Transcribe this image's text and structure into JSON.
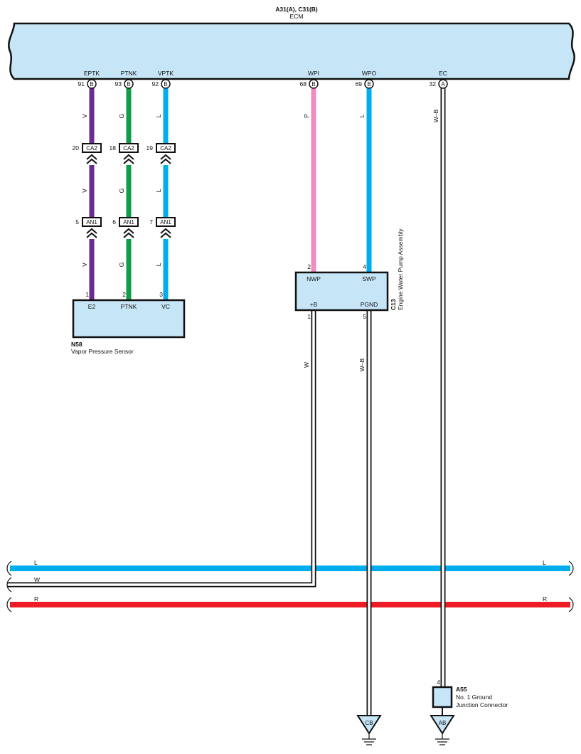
{
  "ecm": {
    "connector": "A31(A), C31(B)",
    "name": "ECM",
    "pins": [
      {
        "signal": "EPTK",
        "number": "91",
        "conn": "B"
      },
      {
        "signal": "PTNK",
        "number": "93",
        "conn": "B"
      },
      {
        "signal": "VPTK",
        "number": "92",
        "conn": "B"
      },
      {
        "signal": "WPI",
        "number": "68",
        "conn": "B"
      },
      {
        "signal": "WPO",
        "number": "69",
        "conn": "B"
      },
      {
        "signal": "EC",
        "number": "32",
        "conn": "A"
      }
    ]
  },
  "wires": {
    "eptk": {
      "code": "V",
      "color": "#6a2c91"
    },
    "ptnk": {
      "code": "G",
      "color": "#0f9d48"
    },
    "vptk": {
      "code": "L",
      "color": "#00aeef"
    },
    "wpi": {
      "code": "P",
      "color": "#f08dbe"
    },
    "wpo": {
      "code": "L",
      "color": "#00aeef"
    },
    "ec": {
      "code": "W–B"
    },
    "pump_b": {
      "code": "W"
    },
    "pgnd": {
      "code": "W–B"
    }
  },
  "junction_ca2": {
    "label": "CA2",
    "pins": [
      "20",
      "18",
      "19"
    ]
  },
  "junction_an1": {
    "label": "AN1",
    "pins": [
      "5",
      "6",
      "7"
    ]
  },
  "vapor_sensor": {
    "id": "N58",
    "name": "Vapor Pressure Sensor",
    "pins": [
      {
        "number": "1",
        "signal": "E2"
      },
      {
        "number": "2",
        "signal": "PTNK"
      },
      {
        "number": "3",
        "signal": "VC"
      }
    ]
  },
  "water_pump": {
    "id": "C13",
    "name": "Engine Water Pump Assembly",
    "pins": [
      {
        "number": "2",
        "signal": "NWP"
      },
      {
        "number": "4",
        "signal": "SWP"
      },
      {
        "number": "1",
        "signal": "+B"
      },
      {
        "number": "5",
        "signal": "PGND"
      }
    ]
  },
  "ground_junction": {
    "id": "A55",
    "name_line1": "No.  1 Ground",
    "name_line2": "Junction Connector",
    "pin": "4"
  },
  "buses": [
    {
      "code_left": "L",
      "code_right": "L",
      "color": "#00aeef"
    },
    {
      "code_left": "W"
    },
    {
      "code_left": "R",
      "code_right": "R",
      "color": "#ed1c24"
    }
  ],
  "grounds": [
    {
      "label": "CB"
    },
    {
      "label": "AB"
    }
  ]
}
